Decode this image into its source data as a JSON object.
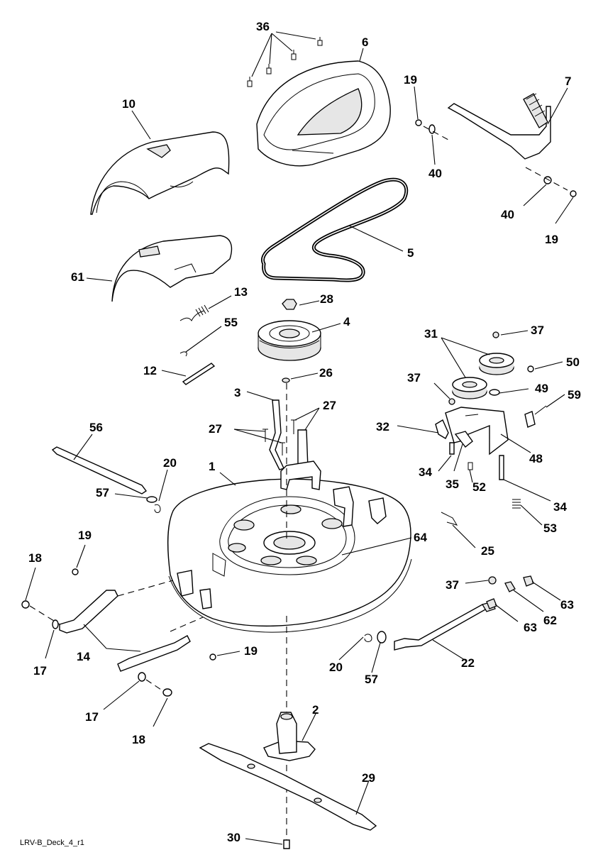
{
  "caption": "LRV-B_Deck_4_r1",
  "callouts": {
    "n1": "1",
    "n2": "2",
    "n3": "3",
    "n4": "4",
    "n5": "5",
    "n6": "6",
    "n7": "7",
    "n10": "10",
    "n12": "12",
    "n13": "13",
    "n14": "14",
    "n17a": "17",
    "n17b": "17",
    "n18a": "18",
    "n18b": "18",
    "n19a": "19",
    "n19b": "19",
    "n19c": "19",
    "n19d": "19",
    "n20a": "20",
    "n20b": "20",
    "n22": "22",
    "n25": "25",
    "n26": "26",
    "n27a": "27",
    "n27b": "27",
    "n28": "28",
    "n29": "29",
    "n30": "30",
    "n31": "31",
    "n32": "32",
    "n34a": "34",
    "n34b": "34",
    "n35": "35",
    "n36": "36",
    "n37a": "37",
    "n37b": "37",
    "n37c": "37",
    "n40a": "40",
    "n40b": "40",
    "n48": "48",
    "n49": "49",
    "n50": "50",
    "n52": "52",
    "n53": "53",
    "n55": "55",
    "n56": "56",
    "n57a": "57",
    "n57b": "57",
    "n59": "59",
    "n61": "61",
    "n62": "62",
    "n63a": "63",
    "n63b": "63",
    "n64": "64"
  }
}
